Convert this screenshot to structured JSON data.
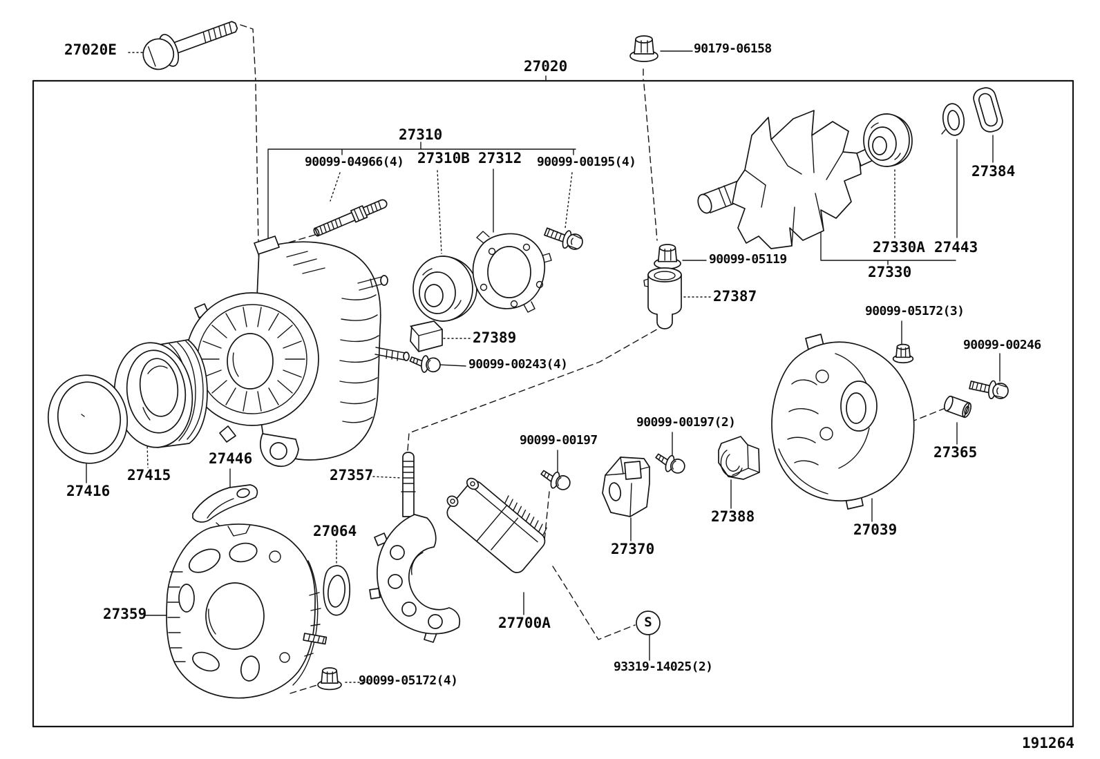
{
  "diagram_title": "27020 ALTERNATOR ASSY - EXPLODED PARTS DIAGRAM",
  "colors": {
    "ink": "#141414",
    "background": "#ffffff"
  },
  "figure": {
    "code": "191264"
  },
  "labels": {
    "p27020e": "27020E",
    "p27020": "27020",
    "p90179": "90179-06158",
    "p27310": "27310",
    "p04966": "90099-04966(4)",
    "p27310b": "27310B",
    "p27312": "27312",
    "p00195": "90099-00195(4)",
    "p27330a": "27330A",
    "p27443": "27443",
    "p27330": "27330",
    "p27384": "27384",
    "p05119": "90099-05119",
    "p27387": "27387",
    "p05172_3": "90099-05172(3)",
    "p00246": "90099-00246",
    "p27365": "27365",
    "p27039": "27039",
    "p27389": "27389",
    "p00243": "90099-00243(4)",
    "p27357": "27357",
    "p00197": "90099-00197",
    "p00197_2": "90099-00197(2)",
    "p27370": "27370",
    "p27388": "27388",
    "p27700a": "27700A",
    "p93319": "93319-14025(2)",
    "p27446": "27446",
    "p27415": "27415",
    "p27416": "27416",
    "p27359": "27359",
    "p27064": "27064",
    "p05172_4": "90099-05172(4)",
    "p191264": "191264",
    "s_marker": "S"
  }
}
